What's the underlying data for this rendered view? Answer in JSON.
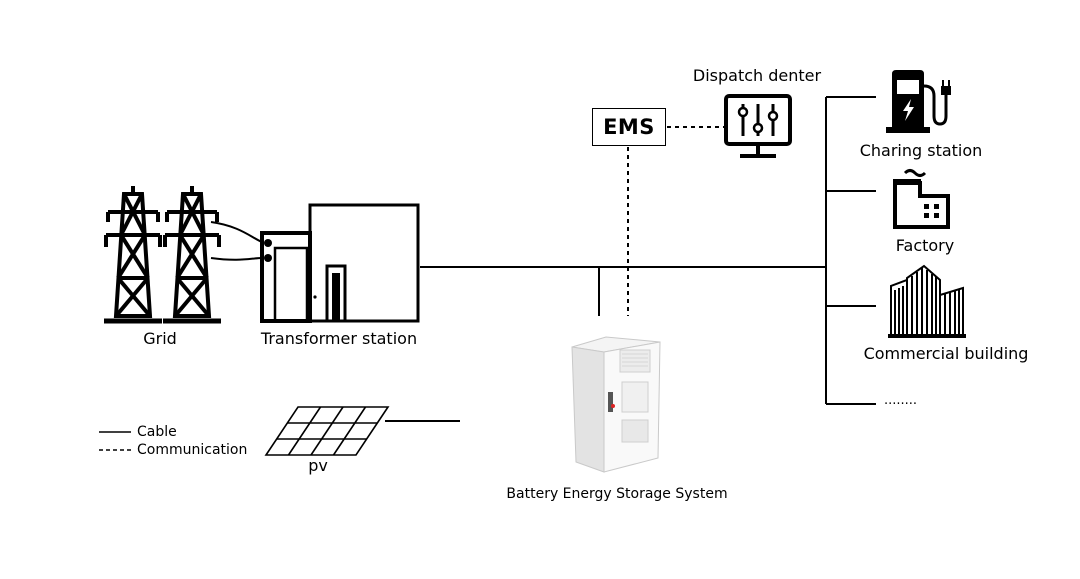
{
  "labels": {
    "grid": "Grid",
    "transformer": "Transformer station",
    "ems": "EMS",
    "dispatch": "Dispatch denter",
    "charging": "Charing station",
    "factory": "Factory",
    "commercial": "Commercial building",
    "more": "........",
    "bess": "Battery Energy Storage System",
    "pv": "pv"
  },
  "legend": {
    "cable": "Cable",
    "communication": "Communication"
  },
  "icons": [
    "transmission-tower-icon",
    "transformer-icon",
    "monitor-sliders-icon",
    "fuel-pump-icon",
    "factory-icon",
    "skyscraper-icon",
    "solar-panel-icon",
    "battery-cabinet-icon"
  ]
}
